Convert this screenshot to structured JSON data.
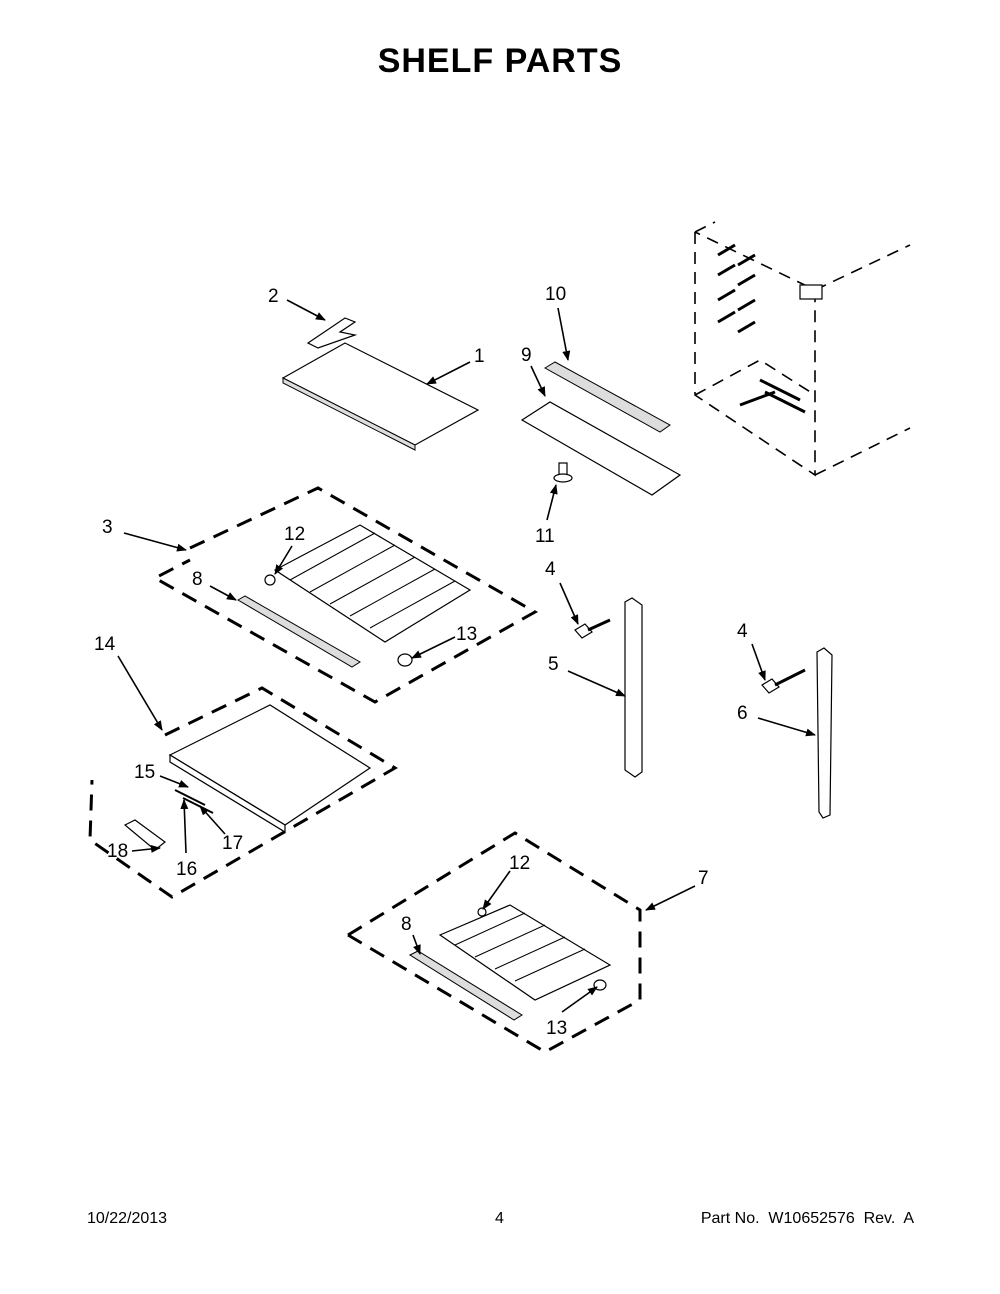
{
  "title": "SHELF PARTS",
  "callouts": {
    "c1": "1",
    "c2": "2",
    "c3": "3",
    "c4a": "4",
    "c4b": "4",
    "c5": "5",
    "c6": "6",
    "c7": "7",
    "c8a": "8",
    "c8b": "8",
    "c9": "9",
    "c10": "10",
    "c11": "11",
    "c12a": "12",
    "c12b": "12",
    "c13a": "13",
    "c13b": "13",
    "c14": "14",
    "c15": "15",
    "c16": "16",
    "c17": "17",
    "c18": "18"
  },
  "footer": {
    "date": "10/22/2013",
    "page": "4",
    "part_no": "Part No.  W10652576  Rev.  A"
  }
}
